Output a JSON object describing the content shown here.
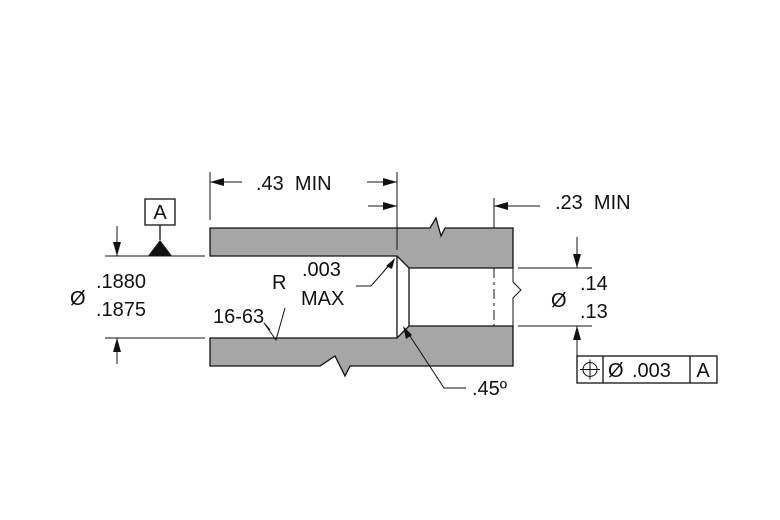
{
  "datum": {
    "letter": "A"
  },
  "dimensions": {
    "bore_length_min": ".43  MIN",
    "small_bore_length_min": ".23  MIN",
    "bore_dia_symbol": "Ø",
    "bore_dia_upper": ".1880",
    "bore_dia_lower": ".1875",
    "radius_prefix": "R",
    "radius_value": ".003",
    "radius_suffix": "MAX",
    "surface_finish": "16-63",
    "chamfer": ".45º",
    "small_dia_symbol": "Ø",
    "small_dia_upper": ".14",
    "small_dia_lower": ".13"
  },
  "feature_control_frame": {
    "symbol": "position-icon",
    "dia_symbol": "Ø",
    "tolerance": ".003",
    "datum_ref": "A"
  },
  "colors": {
    "material": "#a6a6a6",
    "line": "#111111"
  }
}
